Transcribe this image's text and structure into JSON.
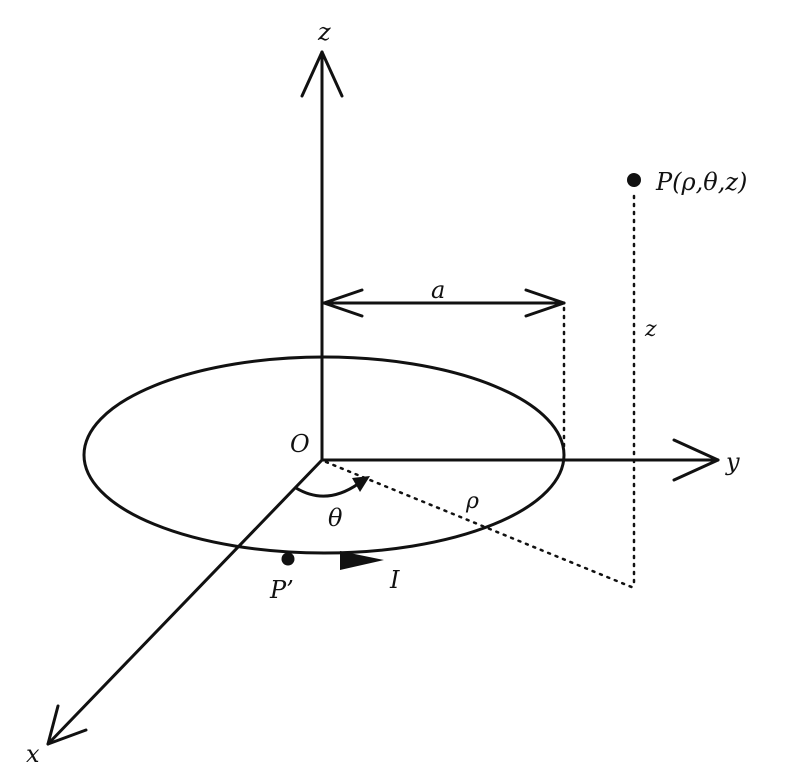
{
  "labels": {
    "z_axis": "z",
    "y_axis": "y",
    "x_axis": "x",
    "origin": "O",
    "radius": "a",
    "point_p": "P(ρ,θ,z)",
    "height": "z",
    "rho": "ρ",
    "theta": "θ",
    "source_point": "P’",
    "current": "I"
  },
  "colors": {
    "ink": "#111111",
    "background": "#ffffff"
  }
}
